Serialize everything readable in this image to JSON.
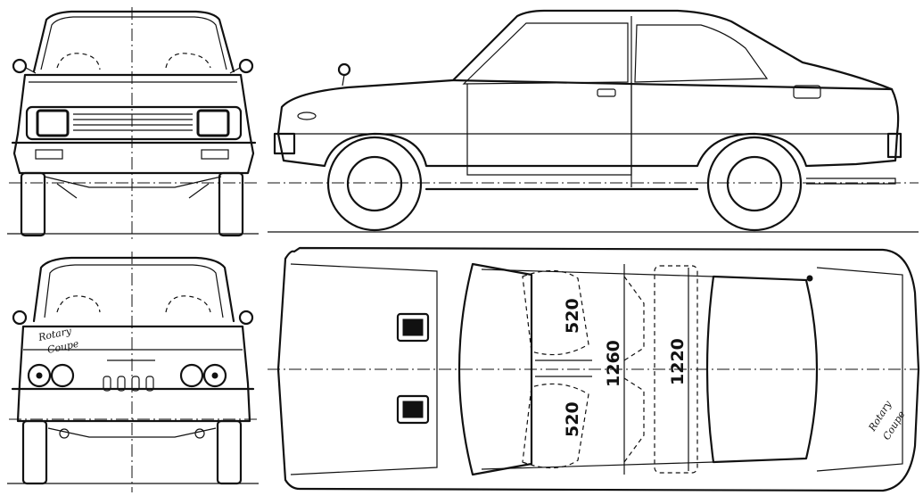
{
  "views": {
    "front": {
      "name": "front view"
    },
    "side": {
      "name": "side view"
    },
    "rear": {
      "name": "rear view",
      "badge_line1": "Rotary",
      "badge_line2": "Coupe"
    },
    "top": {
      "name": "top view",
      "badge_line1": "Rotary",
      "badge_line2": "Coupe"
    }
  },
  "dimensions": {
    "front_seat_width": "520",
    "rear_seat_width": "520",
    "front_track": "1260",
    "rear_track": "1220"
  },
  "colors": {
    "line": "#111111",
    "background": "#ffffff"
  }
}
